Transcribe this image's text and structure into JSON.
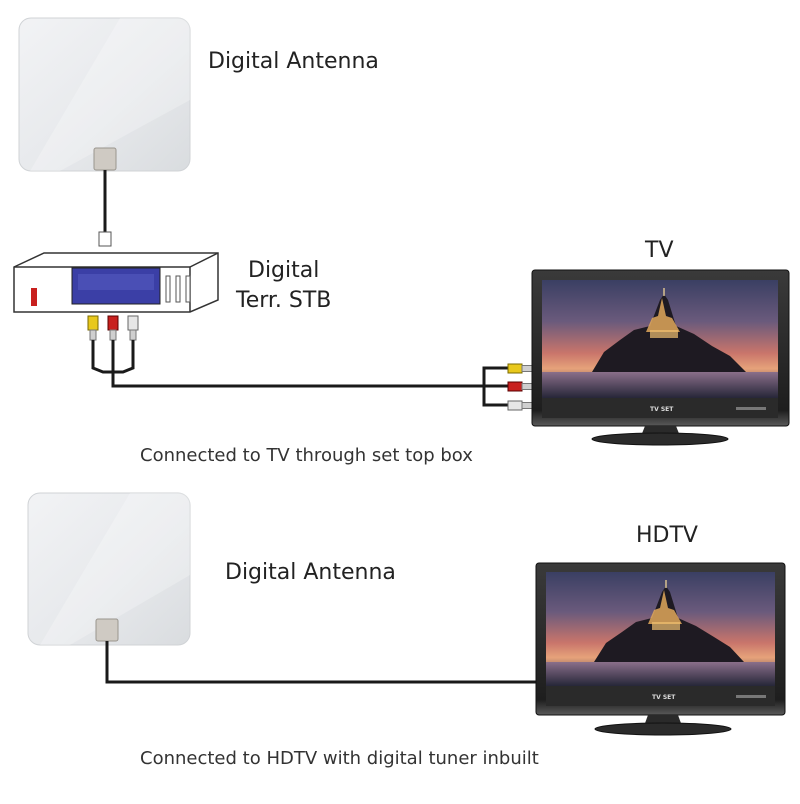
{
  "top_setup": {
    "antenna_label": "Digital Antenna",
    "stb_label_line1": "Digital",
    "stb_label_line2": "Terr. STB",
    "tv_label": "TV",
    "tv_brand": "TV SET",
    "caption": "Connected to TV through set top box"
  },
  "bottom_setup": {
    "antenna_label": "Digital Antenna",
    "tv_label": "HDTV",
    "tv_brand": "TV SET",
    "caption": "Connected to HDTV with digital tuner inbuilt"
  },
  "colors": {
    "cable": "#1a1a1a",
    "rca_yellow": "#e8c81c",
    "rca_red": "#c8201e",
    "rca_white": "#e6e6e6",
    "stb_display": "#3b3fa6",
    "tv_bezel": "#2b2b2b"
  }
}
